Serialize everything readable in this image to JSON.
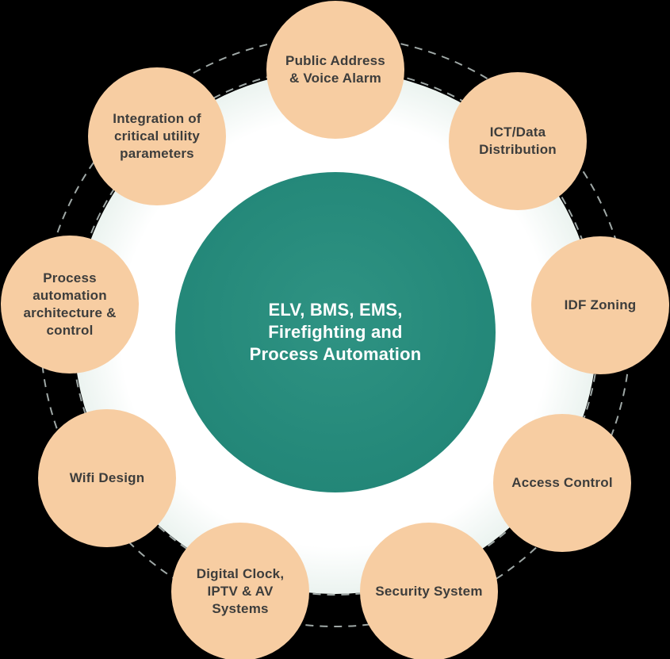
{
  "colors": {
    "background": "#000000",
    "node_fill": "#F7CDA2",
    "node_text": "#3D3D3C",
    "center_fill_inner": "#2F9383",
    "center_fill_mid": "#25897A",
    "center_fill_outer": "#1F8274",
    "center_text": "#FFFFFF",
    "dash_stroke": "#9FA8A6",
    "halo": "#FFFFFF"
  },
  "diagram": {
    "type": "hub-and-spoke",
    "center": {
      "label": "ELV, BMS, EMS,\nFirefighting and\nProcess Automation"
    },
    "nodes": [
      {
        "id": "public-address",
        "label": "Public Address\n& Voice Alarm"
      },
      {
        "id": "ict-data",
        "label": "ICT/Data\nDistribution"
      },
      {
        "id": "idf-zoning",
        "label": "IDF Zoning"
      },
      {
        "id": "access-control",
        "label": "Access Control"
      },
      {
        "id": "security-system",
        "label": "Security System"
      },
      {
        "id": "digital-clock",
        "label": "Digital Clock,\nIPTV & AV\nSystems"
      },
      {
        "id": "wifi-design",
        "label": "Wifi Design"
      },
      {
        "id": "process-automation",
        "label": "Process\nautomation\narchitecture &\ncontrol"
      },
      {
        "id": "integration",
        "label": "Integration of\ncritical utility\nparameters"
      }
    ]
  }
}
